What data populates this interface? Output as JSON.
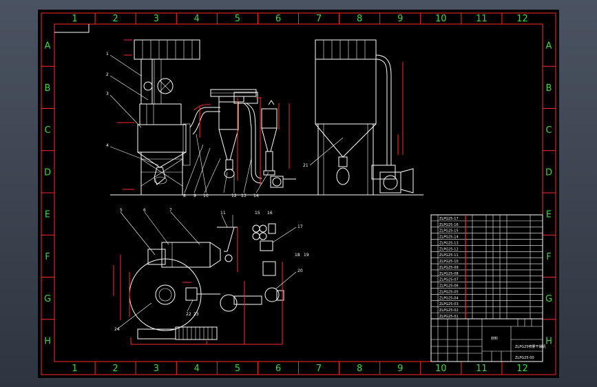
{
  "zone_columns": [
    "1",
    "2",
    "3",
    "4",
    "5",
    "6",
    "7",
    "8",
    "9",
    "10",
    "11",
    "12"
  ],
  "zone_rows": [
    "A",
    "B",
    "C",
    "D",
    "E",
    "F",
    "G",
    "H"
  ],
  "part_labels": [
    "1",
    "2",
    "3",
    "4",
    "5",
    "6",
    "7",
    "8",
    "9",
    "10",
    "11",
    "12",
    "13",
    "14",
    "15",
    "16",
    "17",
    "18",
    "19",
    "20",
    "21",
    "22",
    "23",
    "24"
  ],
  "title_block": {
    "drawing_name": "ZLPG25喷雾干燥机",
    "drawing_number": "ZLPG25-00",
    "material": "材料"
  },
  "bom_rows": [
    "ZLPG25-17",
    "ZLPG25-16",
    "ZLPG25-15",
    "ZLPG25-14",
    "ZLPG25-13",
    "ZLPG25-12",
    "ZLPG25-11",
    "ZLPG25-10",
    "ZLPG25-09",
    "ZLPG25-08",
    "ZLPG25-07",
    "ZLPG25-06",
    "ZLPG25-05",
    "ZLPG25-04",
    "ZLPG25-03",
    "ZLPG25-02",
    "ZLPG25-01"
  ],
  "colors": {
    "frame": "#ff2a2a",
    "zone_text": "#3fd63f",
    "lines": "#ffffff",
    "background": "#000000"
  }
}
